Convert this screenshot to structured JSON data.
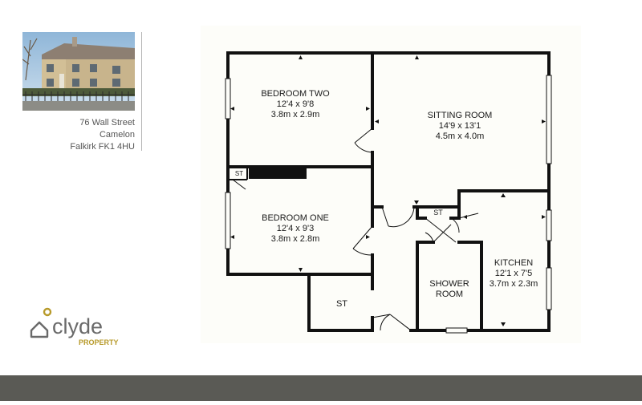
{
  "address": {
    "line1": "76 Wall Street",
    "line2": "Camelon",
    "line3": "Falkirk FK1 4HU"
  },
  "brand": {
    "name": "clyde",
    "tagline": "PROPERTY",
    "accent_color": "#b79a2a",
    "text_color": "#6a6a6a"
  },
  "colors": {
    "wall": "#111111",
    "plan_bg": "#fdfdf9",
    "footer": "#5a5a55"
  },
  "rooms": {
    "bedroom_two": {
      "name": "BEDROOM TWO",
      "imperial": "12'4 x 9'8",
      "metric": "3.8m x 2.9m"
    },
    "sitting_room": {
      "name": "SITTING ROOM",
      "imperial": "14'9 x 13'1",
      "metric": "4.5m x 4.0m"
    },
    "bedroom_one": {
      "name": "BEDROOM ONE",
      "imperial": "12'4 x 9'3",
      "metric": "3.8m x 2.8m"
    },
    "kitchen": {
      "name": "KITCHEN",
      "imperial": "12'1 x 7'5",
      "metric": "3.7m x 2.3m"
    },
    "shower_room": {
      "name_line1": "SHOWER",
      "name_line2": "ROOM"
    },
    "st_hall": {
      "name": "ST"
    },
    "st_bedroom": {
      "name": "ST"
    },
    "st_cupboard": {
      "name": "ST"
    }
  }
}
